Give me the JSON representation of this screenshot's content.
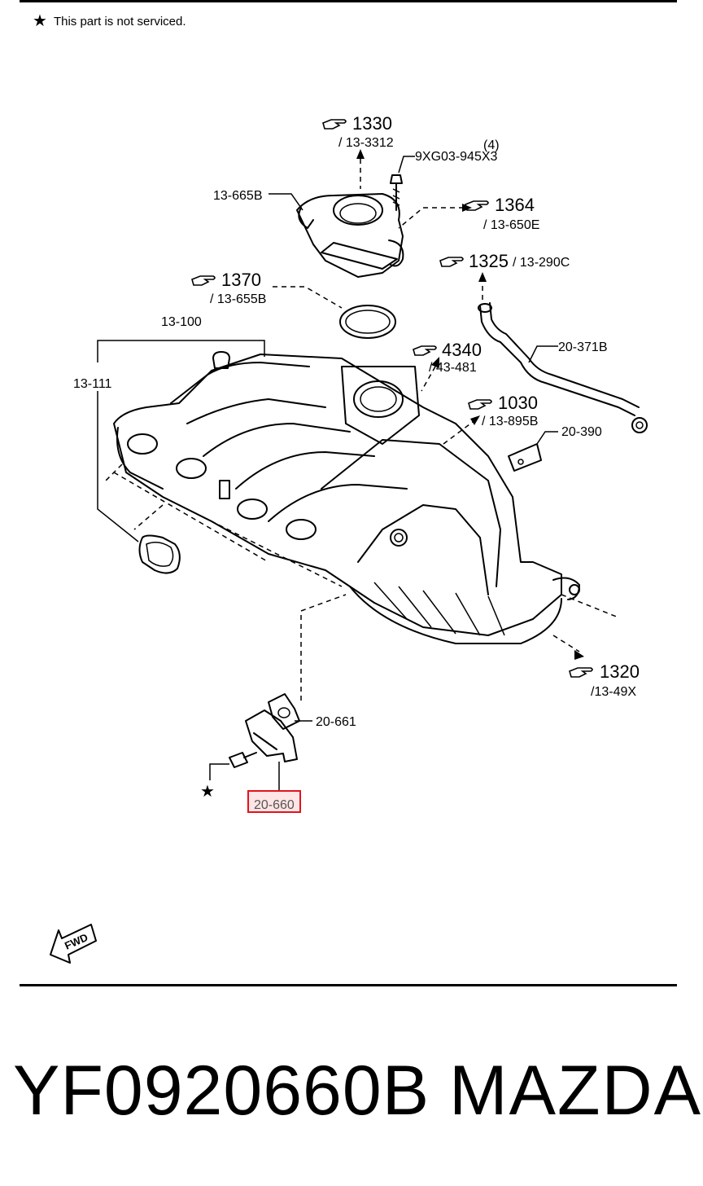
{
  "header": {
    "note_symbol": "★",
    "note_text": "This part is not serviced."
  },
  "callouts": {
    "c1330": "1330",
    "c1330_sub": "/ 13-3312",
    "c1364": "1364",
    "c1364_sub": "/ 13-650E",
    "c1325": "1325",
    "c1325_sub": "/ 13-290C",
    "c1370": "1370",
    "c1370_sub": "/ 13-655B",
    "c4340": "4340",
    "c4340_sub": "/ 43-481",
    "c1030": "1030",
    "c1030_sub": "/ 13-895B",
    "c1320": "1320",
    "c1320_sub": "/13-49X"
  },
  "labels": {
    "qty4": "(4)",
    "bolt": "9XG03-945X3",
    "l13665B": "13-665B",
    "l13100": "13-100",
    "l13111": "13-111",
    "l20371B": "20-371B",
    "l20390": "20-390",
    "l20661": "20-661",
    "l20660": "20-660",
    "star": "★",
    "fwd": "FWD"
  },
  "footer": {
    "part_number": "YF0920660B",
    "brand": "MAZDA"
  },
  "colors": {
    "highlight_border": "#e0141e",
    "highlight_fill": "#ffe5e5",
    "line": "#000000"
  },
  "icons": [
    "star-icon",
    "pointing-hand-icon",
    "fwd-arrow-icon"
  ]
}
